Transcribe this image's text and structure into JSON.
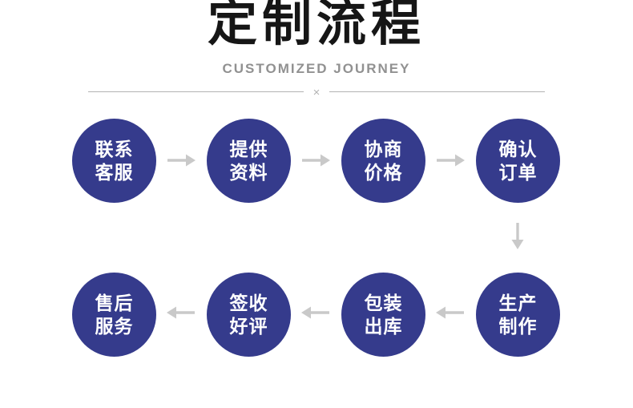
{
  "header": {
    "title": "定制流程",
    "subtitle": "CUSTOMIZED JOURNEY",
    "divider_symbol": "×"
  },
  "colors": {
    "background": "#ffffff",
    "circle": "#353b8c",
    "text_on_circle": "#ffffff",
    "arrow": "#c9c9c9",
    "title": "#161616",
    "subtitle": "#919191",
    "divider": "#b3b3b3"
  },
  "flow": {
    "top_row": [
      {
        "line1": "联系",
        "line2": "客服"
      },
      {
        "line1": "提供",
        "line2": "资料"
      },
      {
        "line1": "协商",
        "line2": "价格"
      },
      {
        "line1": "确认",
        "line2": "订单"
      }
    ],
    "bottom_row": [
      {
        "line1": "售后",
        "line2": "服务"
      },
      {
        "line1": "签收",
        "line2": "好评"
      },
      {
        "line1": "包装",
        "line2": "出库"
      },
      {
        "line1": "生产",
        "line2": "制作"
      }
    ]
  }
}
